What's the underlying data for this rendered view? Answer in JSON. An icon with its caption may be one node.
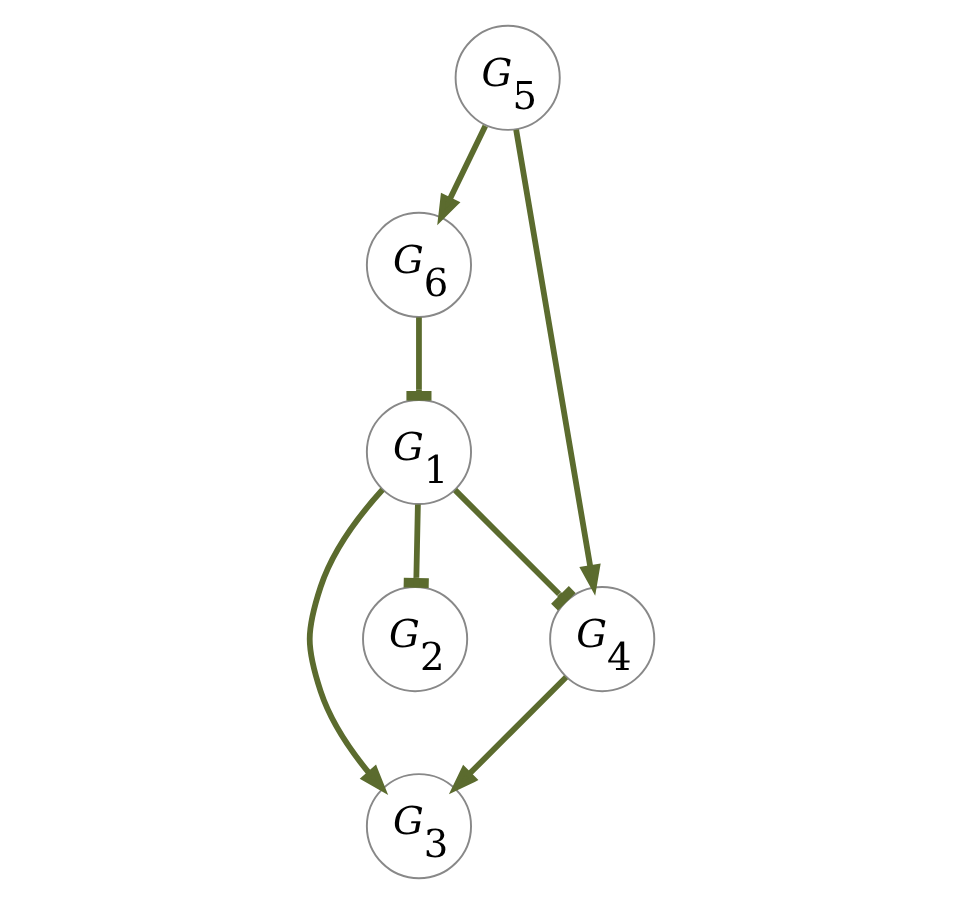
{
  "diagram": {
    "nodes": [
      {
        "text": [
          "G$_{6}$"
        ]
      },
      {
        "text": [
          "G$_{1}$"
        ]
      },
      {
        "text": [
          "G$_{3}$"
        ]
      },
      {
        "text": [
          "G$_{2}$"
        ]
      },
      {
        "text": [
          "G$_{5}$"
        ]
      },
      {
        "text": [
          "G$_{4}$"
        ]
      }
    ],
    "edges": [
      {
        "from": 0,
        "to": 1,
        "arrow": "other"
      },
      {
        "from": 1,
        "to": 2,
        "arrow": "to"
      },
      {
        "from": 1,
        "to": 3,
        "arrow": "other"
      },
      {
        "from": 1,
        "to": 5,
        "arrow": "other"
      },
      {
        "from": 5,
        "to": 2,
        "arrow": "to"
      },
      {
        "from": 4,
        "to": 0,
        "arrow": "to"
      },
      {
        "from": 4,
        "to": 5,
        "arrow": "to"
      }
    ]
  }
}
